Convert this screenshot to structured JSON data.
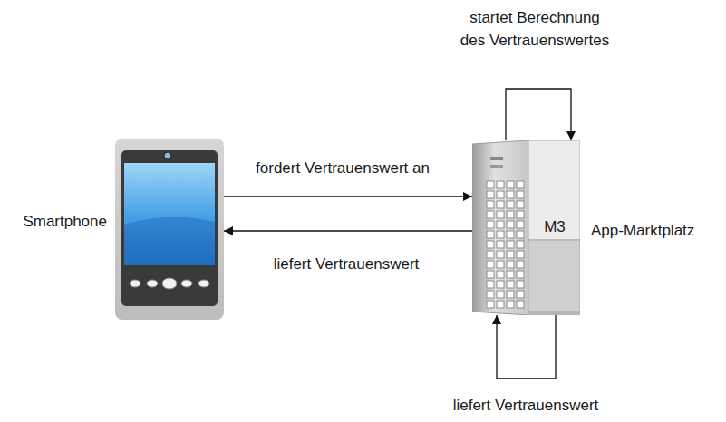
{
  "diagram": {
    "nodes": [
      {
        "text": [
          "Smartphone"
        ]
      },
      {
        "text": [
          "M3",
          "App-Marktplatz"
        ]
      }
    ],
    "edges": [
      {
        "from": 0,
        "to": 1,
        "label": "fordert Vertrauenswert an",
        "arrow": "to"
      },
      {
        "from": 1,
        "to": 0,
        "label": "liefert Vertrauenswert",
        "arrow": "to"
      },
      {
        "from": 1,
        "to": 1,
        "label": "startet Berechnung des Vertrauenswertes",
        "arrow": "to"
      },
      {
        "from": 1,
        "to": 1,
        "label": "liefert Vertrauenswert",
        "arrow": "to"
      }
    ]
  }
}
